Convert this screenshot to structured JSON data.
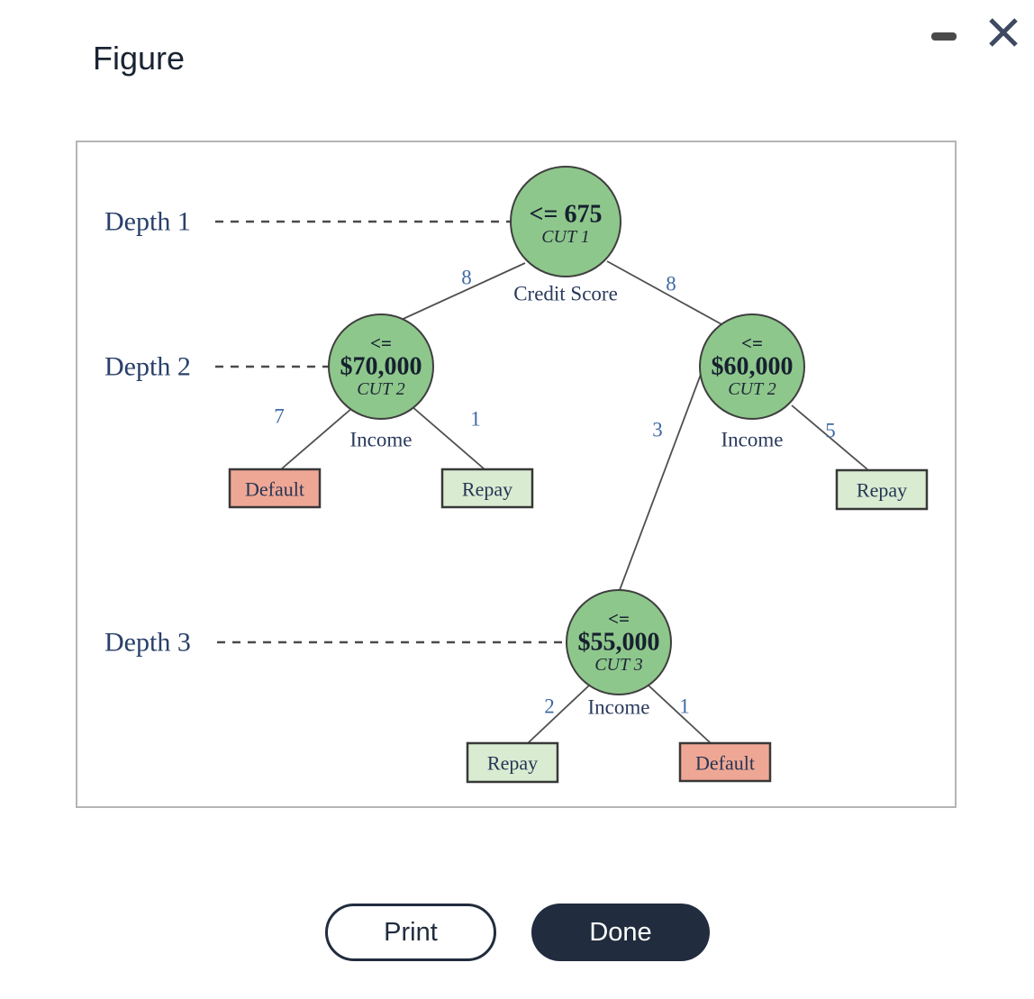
{
  "window": {
    "title": "Figure",
    "controls": {
      "minimize_icon": "minimize",
      "close_icon": "close"
    }
  },
  "footer": {
    "print_label": "Print",
    "done_label": "Done"
  },
  "diagram": {
    "depth_labels": [
      "Depth 1",
      "Depth 2",
      "Depth 3"
    ],
    "nodes": {
      "root": {
        "threshold": "<= 675",
        "cut": "CUT 1",
        "feature": "Credit Score"
      },
      "left": {
        "operator": "<=",
        "threshold": "$70,000",
        "cut": "CUT 2",
        "feature": "Income"
      },
      "right": {
        "operator": "<=",
        "threshold": "$60,000",
        "cut": "CUT 2",
        "feature": "Income"
      },
      "depth3": {
        "operator": "<=",
        "threshold": "$55,000",
        "cut": "CUT 3",
        "feature": "Income"
      }
    },
    "edge_counts": {
      "root_left": "8",
      "root_right": "8",
      "left_to_default": "7",
      "left_to_repay": "1",
      "right_to_depth3": "3",
      "right_to_repay": "5",
      "depth3_to_repay": "2",
      "depth3_to_default": "1"
    },
    "leaves": {
      "left_default": "Default",
      "left_repay": "Repay",
      "right_repay": "Repay",
      "depth3_repay": "Repay",
      "depth3_default": "Default"
    },
    "colors": {
      "node_fill": "#8ec78c",
      "default_fill": "#efa795",
      "repay_fill": "#d9ecd2"
    }
  }
}
